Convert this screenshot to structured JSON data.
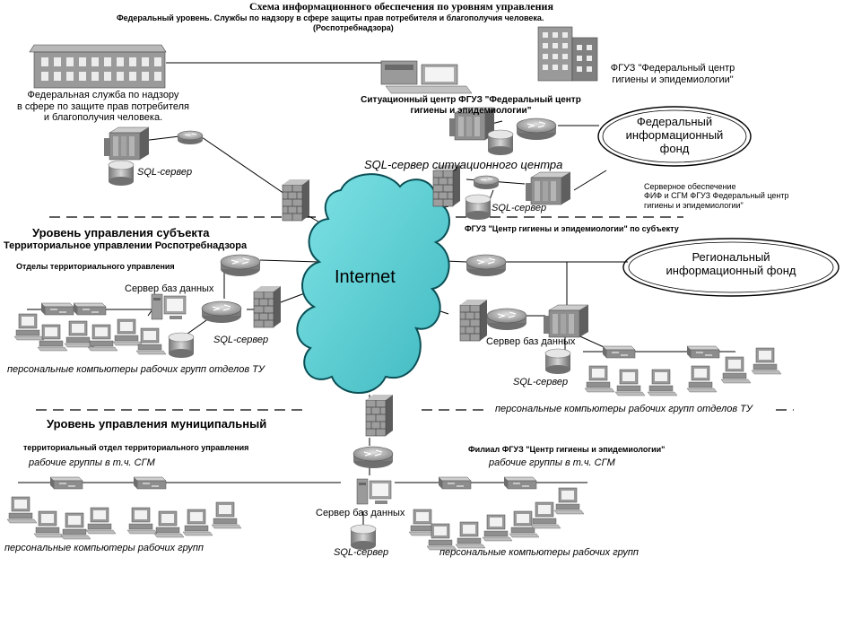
{
  "title": "Схема информационного обеспечения по уровням управления",
  "federal": {
    "subtitle": "Федеральный уровень. Службы по надзору в сфере защиты прав потребителя и благополучия человека.",
    "subtitle2": "(Роспотребнадзора)",
    "agency_l1": "Федеральная служба по надзору",
    "agency_l2": "в сфере по защите прав потребителя",
    "agency_l3": "и благополучия человека.",
    "sql_server": "SQL-сервер",
    "fguz_l1": "ФГУЗ \"Федеральный центр",
    "fguz_l2": "гигиены и эпидемиологии\"",
    "sit_l1": "Ситуационный центр ФГУЗ \"Федеральный центр",
    "sit_l2": "гигиены и эпидемиологии\"",
    "fund_l1": "Федеральный",
    "fund_l2": "информационный",
    "fund_l3": "фонд",
    "sit_sql": "SQL-сервер ситуационного центра",
    "support_l1": "Серверное обеспечение",
    "support_l2": "ФИФ и СГМ ФГУЗ Федеральный центр",
    "support_l3": "гигиены и эпидемиологии\"",
    "fc_sql": "SQL-сервер"
  },
  "subject": {
    "heading": "Уровень управления субъекта",
    "subheading": "Территориальное управлении Роспотребнадзора",
    "departments": "Отделы территориального управления",
    "db_server": "Сервер баз данных",
    "sql_server": "SQL-сервер",
    "pcs_label": "персональные компьютеры рабочих групп отделов ТУ",
    "center": "ФГУЗ \"Центр гигиены и эпидемиологии\" по субъекту",
    "regional_fund_l1": "Региональный",
    "regional_fund_l2": "информационный фонд",
    "right_db_server": "Сервер баз данных",
    "right_sql_server": "SQL-сервер",
    "right_pcs_label": "персональные компьютеры рабочих групп отделов ТУ"
  },
  "internet": "Internet",
  "municipal": {
    "heading": "Уровень управления муниципальный",
    "left_dept": "территориальный отдел территориального управления",
    "left_groups": "рабочие группы в т.ч. СГМ",
    "left_pcs": "персональные компьютеры рабочих групп",
    "db_server": "Сервер баз данных",
    "sql_server": "SQL-сервер",
    "branch": "Филиал ФГУЗ \"Центр гигиены и эпидемиологии\"",
    "right_groups": "рабочие группы в т.ч. СГМ",
    "right_pcs": "персональные компьютеры рабочих групп"
  },
  "colors": {
    "cloud": "#5fd1d6",
    "cloud_stroke": "#0a4f55",
    "device": "#9a9a9a",
    "device_dark": "#5a5a5a",
    "line": "#000000"
  }
}
